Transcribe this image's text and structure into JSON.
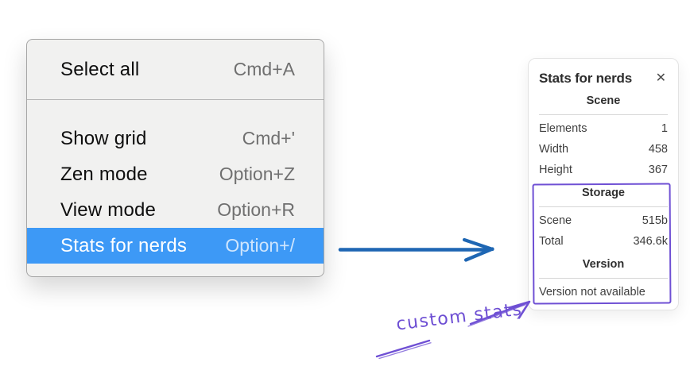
{
  "menu": {
    "groups": [
      {
        "items": [
          {
            "label": "Select all",
            "shortcut": "Cmd+A",
            "selected": false
          }
        ]
      },
      {
        "items": [
          {
            "label": "Show grid",
            "shortcut": "Cmd+'",
            "selected": false
          },
          {
            "label": "Zen mode",
            "shortcut": "Option+Z",
            "selected": false
          },
          {
            "label": "View mode",
            "shortcut": "Option+R",
            "selected": false
          },
          {
            "label": "Stats for nerds",
            "shortcut": "Option+/",
            "selected": true
          }
        ]
      }
    ]
  },
  "stats_panel": {
    "title": "Stats for nerds",
    "close_glyph": "✕",
    "sections": [
      {
        "heading": "Scene",
        "rows": [
          [
            "Elements",
            "1"
          ],
          [
            "Width",
            "458"
          ],
          [
            "Height",
            "367"
          ]
        ]
      },
      {
        "heading": "Storage",
        "rows": [
          [
            "Scene",
            "515b"
          ],
          [
            "Total",
            "346.6k"
          ]
        ]
      },
      {
        "heading": "Version",
        "rows": [],
        "note": "Version not available"
      }
    ]
  },
  "annotation": {
    "label": "custom stats"
  },
  "colors": {
    "menu_highlight": "#3d99f6",
    "flow_arrow_blue": "#1e66b3",
    "annotation_purple": "#6f50d4"
  }
}
